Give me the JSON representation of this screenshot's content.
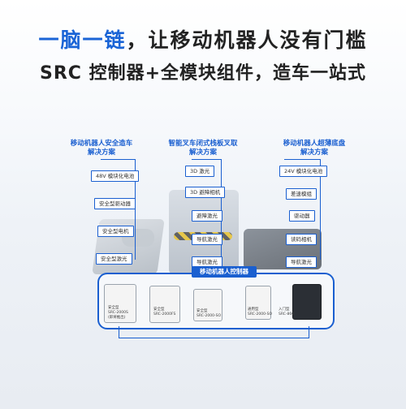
{
  "headline": {
    "line1_highlight_a": "一脑一链",
    "line1_rest": "，让移动机器人没有门槛",
    "line2": "SRC 控制器+全模块组件，造车一站式"
  },
  "solutions": [
    {
      "title_line1": "移动机器人安全造车",
      "title_line2": "解决方案",
      "items": [
        "48V 模块化电池",
        "安全型驱动器",
        "安全型电机",
        "安全型激光"
      ]
    },
    {
      "title_line1": "智能叉车闭式栈板叉取",
      "title_line2": "解决方案",
      "items": [
        "3D 激光",
        "3D 避障相机",
        "避障激光",
        "导航激光",
        "导航激光"
      ]
    },
    {
      "title_line1": "移动机器人超薄底盘",
      "title_line2": "解决方案",
      "items": [
        "24V 模块化电池",
        "差速模组",
        "驱动器",
        "读码相机",
        "导航激光"
      ]
    }
  ],
  "controller": {
    "label": "移动机器人控制器",
    "modules": [
      {
        "l1": "安全型",
        "l2": "SRC-2000S",
        "l3": "(即将推出)"
      },
      {
        "l1": "安全型",
        "l2": "SRC-2000FS",
        "l3": ""
      },
      {
        "l1": "安全型",
        "l2": "SRC-2000-SO",
        "l3": ""
      },
      {
        "l1": "通用型",
        "l2": "SRC-2000-SO",
        "l3": ""
      },
      {
        "l1": "入门型",
        "l2": "SRC-860",
        "l3": ""
      }
    ]
  },
  "colors": {
    "accent": "#1a64d6",
    "line": "#1a5fd0",
    "text": "#222222"
  }
}
